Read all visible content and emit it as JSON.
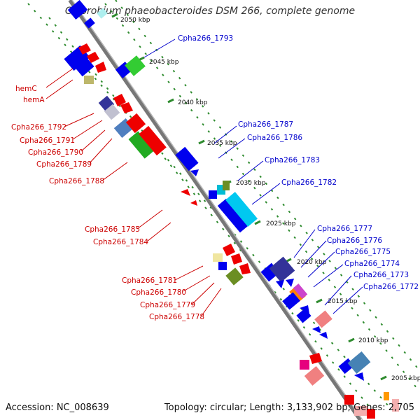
{
  "title": "Chlorobium phaeobacteroides DSM 266, complete genome",
  "footer": {
    "accession": "Accession: NC_008639",
    "stats": "Topology: circular; Length: 3,133,902 bp; Genes: 2,705"
  },
  "scale_labels": [
    "2050 kbp",
    "2045 kbp",
    "2040 kbp",
    "2035 kbp",
    "2030 kbp",
    "2025 kbp",
    "2020 kbp",
    "2015 kbp",
    "2010 kbp",
    "2005 kbp"
  ],
  "left_labels": [
    "hemC",
    "hemA",
    "Cpha266_1792",
    "Cpha266_1791",
    "Cpha266_1790",
    "Cpha266_1789",
    "Cpha266_1788",
    "Cpha266_1785",
    "Cpha266_1784",
    "Cpha266_1781",
    "Cpha266_1780",
    "Cpha266_1779",
    "Cpha266_1778"
  ],
  "right_labels": [
    "Cpha266_1793",
    "Cpha266_1787",
    "Cpha266_1786",
    "Cpha266_1783",
    "Cpha266_1782",
    "Cpha266_1777",
    "Cpha266_1776",
    "Cpha266_1775",
    "Cpha266_1774",
    "Cpha266_1773",
    "Cpha266_1772"
  ],
  "colors": {
    "backbone": "#888888",
    "dots": "#2e8b2e",
    "left_label": "#cc0000",
    "right_label": "#0000cc"
  }
}
